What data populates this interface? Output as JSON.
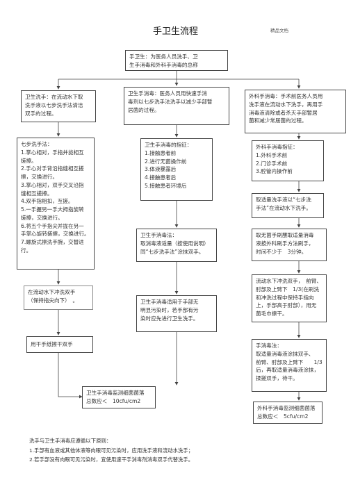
{
  "page": {
    "title": "手卫生流程",
    "watermark": "精品文档"
  },
  "nodes": {
    "definition": [
      "手卫生：为医务人员洗手、卫",
      "生手消毒和外科手消毒的总称"
    ],
    "handwash_def": [
      "卫生洗手：在流动水下取",
      "洗手液以七步洗手法清洁",
      "双手的过程。"
    ],
    "disinfect_def": [
      "卫生手消毒：医务人员用快速手消",
      "毒剂以七步洗手法洗手以减少手部暂",
      "居菌的过程。"
    ],
    "surgical_def": [
      "外科手消毒：手术前医务人员用",
      "洗手液在流动水下洗手，再用手",
      "消毒液清除或者杀灭手部暂居",
      "菌和减少常居菌的过程。"
    ],
    "seven_steps": [
      "七步洗手法：",
      "1.掌心相对，手指并拢相互",
      "搓擦。",
      "2.手心对手背沿指缝相互搓",
      "擦，交换进行。",
      "3.掌心相对，双手交叉沿指",
      "缝相互搓擦。",
      "4.双手指相扣，互搓。",
      "5.一手握另一手大拇指旋转",
      "搓擦，交换进行。",
      "6.将五个手指尖并拢在另一",
      "手掌心旋转搓擦，交换进行。",
      "7.螺旋式擦洗手腕，交替进",
      "行。"
    ],
    "disinfect_indications": [
      "卫生手消毒的指征：",
      "1.接触患者前",
      "2.进行无菌操作前",
      "3.体液暴露后",
      "4.接触患者后",
      "5.接触患者环境后"
    ],
    "surgical_indications": [
      "外科手消毒指征：",
      "1.外科手术前",
      "2.门诊手术前",
      "3.腔管内操作前"
    ],
    "surgical_step1": [
      "取适量洗手液以“七步洗",
      "手法”在流动水下洗手。"
    ],
    "disinfect_method": [
      "卫生手消毒法：",
      "取消毒液适量（按使用说明）",
      "同“七步洗手法”涂抹双手。"
    ],
    "surgical_step2": [
      "取无菌手刷蘸取适量消毒",
      "液按外科刷手方法刷手，",
      "时间不少于　3分钟。"
    ],
    "rinse": [
      "在流动水下冲洗双手",
      "（保持指尖向下）　。"
    ],
    "disinfect_note": [
      "卫生手消毒适用于手部无",
      "明显污染时，若手部有污",
      "染时应先进行卫生洗手。"
    ],
    "surgical_step3": [
      "流动水下冲洗双手，　前臂、",
      "肘部及上臂下　1/3(在刷洗",
      "和冲洗过程中保持手指向",
      "上，手部高于肘部），用无",
      "菌毛巾擦干。"
    ],
    "dry": [
      "用干手纸擦干双手"
    ],
    "surgical_disinfect": [
      "手消毒法：",
      "取适量消毒液涂抹双手、",
      "前臂、肘部及上臂下　　1/3",
      "后，再取适量消毒液涂抹，",
      "揉搓双手，待干。"
    ],
    "monitor_hygiene": [
      "卫生手消毒监测细菌菌落",
      "总数应＜　10cfu/cm2"
    ],
    "monitor_surgical": [
      "外科手消毒监测细菌菌落",
      "总数应＜　5cfu/cm2"
    ]
  },
  "notes": [
    "洗手与卫生手消毒应遵循以下原则：",
    "1.手部有血液或其他体液等肉眼可见污染时，应用洗手液和流动水洗手；",
    "2.若手部没有肉眼可见污染时，宜使用速干手消毒剂消毒双手代替洗手。"
  ]
}
